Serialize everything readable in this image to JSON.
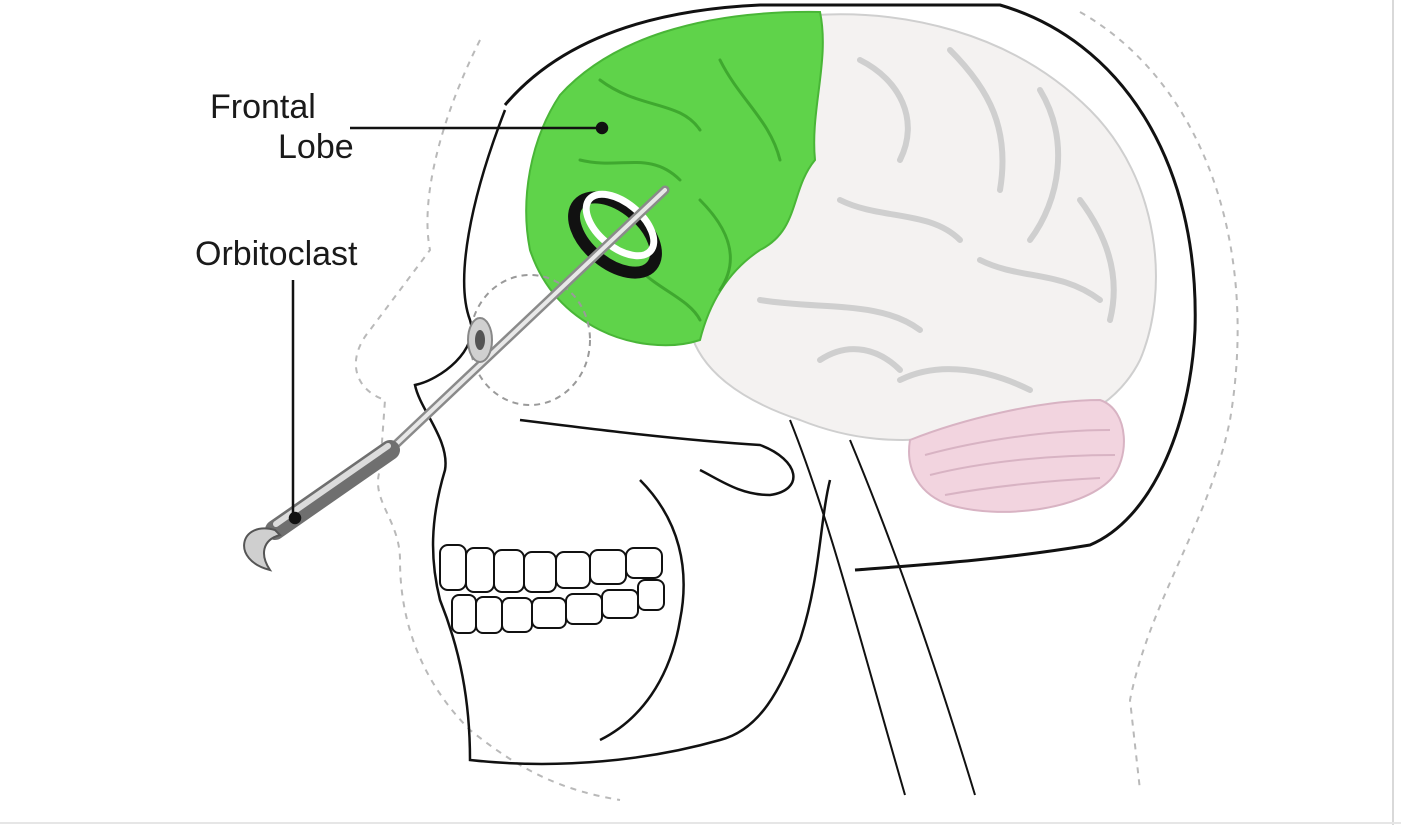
{
  "labels": {
    "frontal_lobe_line1": "Frontal",
    "frontal_lobe_line2": "Lobe",
    "orbitoclast": "Orbitoclast"
  },
  "colors": {
    "frontal_lobe": "#5fd34a",
    "brain": "#f4f2f1",
    "cerebellum": "#f2d4df",
    "outline": "#111111",
    "background": "#ffffff"
  }
}
